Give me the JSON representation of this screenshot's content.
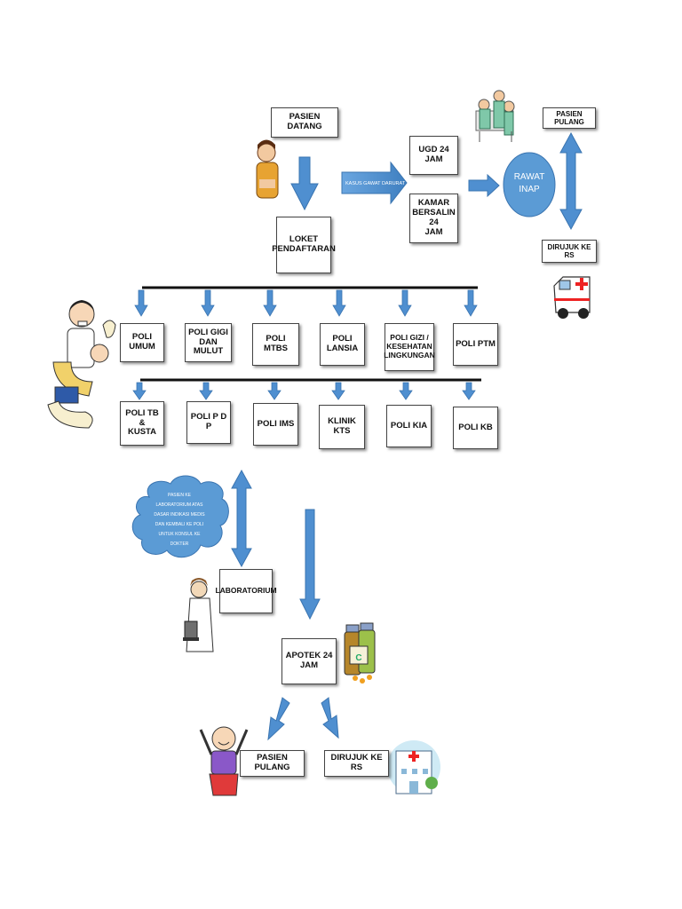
{
  "colors": {
    "arrow": "#4f8fd0",
    "arrow_dark": "#3a74b0",
    "circle": "#5b9bd5",
    "box_border": "#444444"
  },
  "nodes": {
    "pasien_datang": "PASIEN DATANG",
    "loket": "LOKET\nPENDAFTARAN",
    "ugd": "UGD 24 JAM",
    "kamar_bersalin": "KAMAR\nBERSALIN 24\nJAM",
    "rawat_inap_line1": "RAWAT",
    "rawat_inap_line2": "INAP",
    "pasien_pulang_top": "PASIEN PULANG",
    "dirujuk_top": "DIRUJUK KE RS",
    "kasus_label": "KASUS GAWAT DARURAT",
    "laboratorium": "LABORATORIUM",
    "apotek": "APOTEK 24 JAM",
    "pasien_pulang_bottom": "PASIEN PULANG",
    "dirujuk_bottom": "DIRUJUK KE RS"
  },
  "poli_row1": [
    "POLI UMUM",
    "POLI GIGI\nDAN MULUT",
    "POLI MTBS",
    "POLI LANSIA",
    "POLI GIZI /\nKESEHATAN\nLINGKUNGAN",
    "POLI PTM"
  ],
  "poli_row2": [
    "POLI TB &\nKUSTA",
    "POLI  P D P",
    "POLI IMS",
    "KLINIK KTS",
    "POLI KIA",
    "POLI KB"
  ],
  "cloud_lines": [
    "PASIEN KE",
    "LABORATORIUM ATAS",
    "DASAR INDIKASI MEDIS",
    "DAN KEMBALI KE POLI",
    "UNTUK KONSUL KE",
    "DOKTER"
  ],
  "icons": [
    "patient-icon",
    "medical-team-icon",
    "ambulance-icon",
    "dentist-icon",
    "lab-scientist-icon",
    "vitamin-bottles-icon",
    "happy-patient-icon",
    "hospital-icon"
  ]
}
